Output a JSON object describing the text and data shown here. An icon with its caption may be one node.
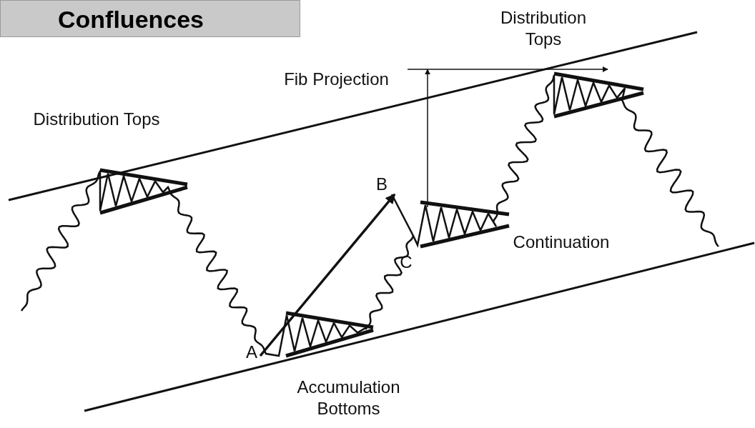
{
  "diagram": {
    "title": "Confluences",
    "nodes": [
      {
        "text": [
          "A"
        ]
      },
      {
        "text": [
          "B"
        ]
      }
    ],
    "edges": [
      {
        "from": 0,
        "to": 1,
        "arrow": "to"
      }
    ],
    "labels": [
      "Distribution Tops",
      "Fib Projection",
      "Distribution Tops",
      "C",
      "Continuation",
      "Accumulation Bottoms"
    ]
  }
}
